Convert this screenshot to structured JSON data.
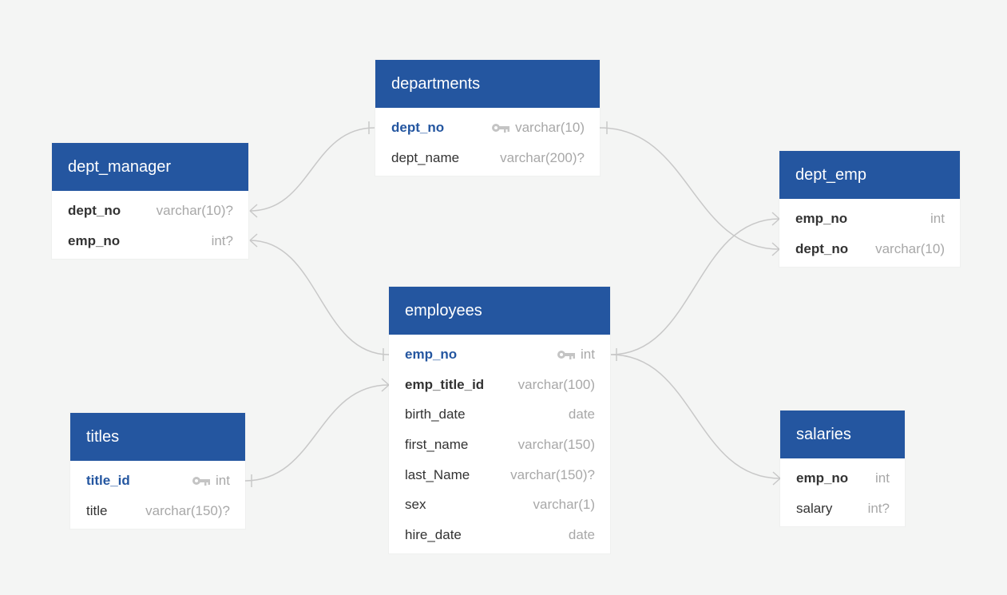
{
  "colors": {
    "header": "#2456a0",
    "pk_text": "#2456a0",
    "type_text": "#a8a8a8",
    "link": "#c8c8c8",
    "background": "#f4f5f4"
  },
  "tables": {
    "departments": {
      "name": "departments",
      "fields": [
        {
          "name": "dept_no",
          "type": "varchar(10)",
          "pk": true
        },
        {
          "name": "dept_name",
          "type": "varchar(200)?"
        }
      ]
    },
    "dept_manager": {
      "name": "dept_manager",
      "fields": [
        {
          "name": "dept_no",
          "type": "varchar(10)?"
        },
        {
          "name": "emp_no",
          "type": "int?"
        }
      ]
    },
    "dept_emp": {
      "name": "dept_emp",
      "fields": [
        {
          "name": "emp_no",
          "type": "int"
        },
        {
          "name": "dept_no",
          "type": "varchar(10)"
        }
      ]
    },
    "employees": {
      "name": "employees",
      "fields": [
        {
          "name": "emp_no",
          "type": "int",
          "pk": true
        },
        {
          "name": "emp_title_id",
          "type": "varchar(100)"
        },
        {
          "name": "birth_date",
          "type": "date"
        },
        {
          "name": "first_name",
          "type": "varchar(150)"
        },
        {
          "name": "last_Name",
          "type": "varchar(150)?"
        },
        {
          "name": "sex",
          "type": "varchar(1)"
        },
        {
          "name": "hire_date",
          "type": "date"
        }
      ]
    },
    "titles": {
      "name": "titles",
      "fields": [
        {
          "name": "title_id",
          "type": "int",
          "pk": true
        },
        {
          "name": "title",
          "type": "varchar(150)?"
        }
      ]
    },
    "salaries": {
      "name": "salaries",
      "fields": [
        {
          "name": "emp_no",
          "type": "int"
        },
        {
          "name": "salary",
          "type": "int?"
        }
      ]
    }
  }
}
